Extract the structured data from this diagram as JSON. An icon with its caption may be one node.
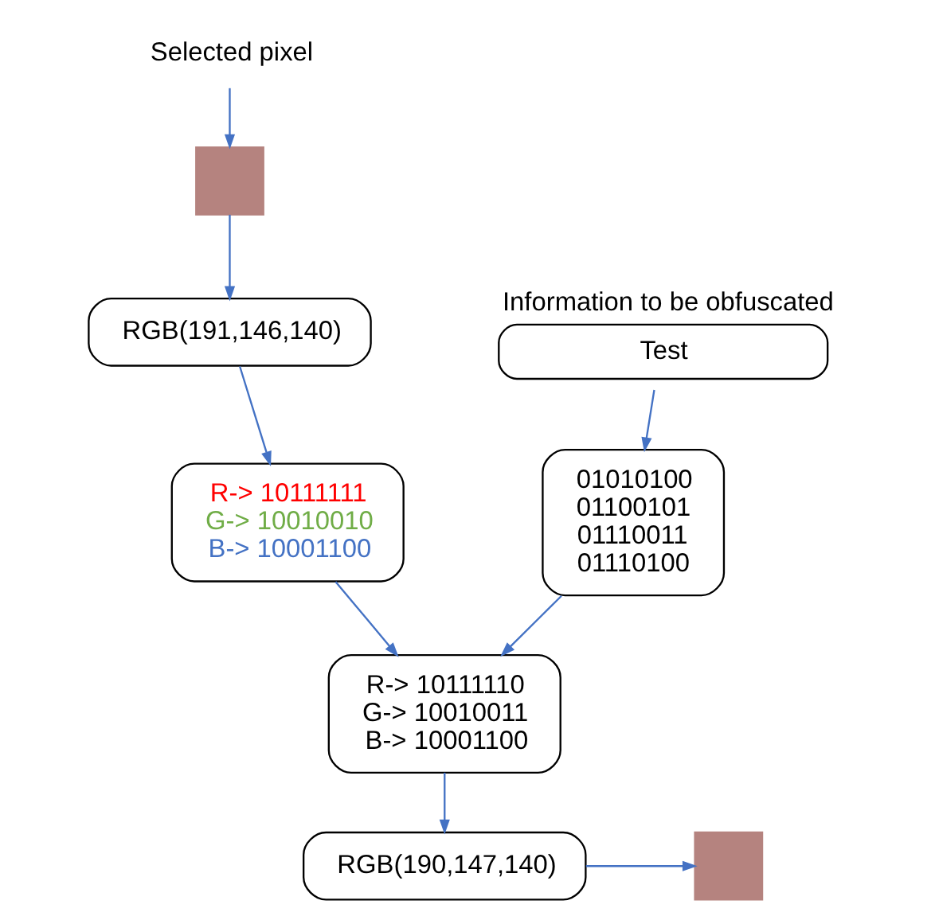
{
  "diagram": {
    "nodes": [
      {
        "text": [
          "Selected pixel"
        ]
      },
      {
        "text": [],
        "shape": "box"
      },
      {
        "text": [
          "RGB(191,146,140)"
        ]
      },
      {
        "text": [
          "R-> 10111111",
          "G-> 10010010",
          "B-> 10001100"
        ]
      },
      {
        "text": [
          "Information to be obfuscated",
          "Test"
        ]
      },
      {
        "text": [
          "01010100",
          "01100101",
          "01110011",
          "01110100"
        ]
      },
      {
        "text": [
          "R-> 10111110",
          "G-> 10010011",
          "B-> 10001100"
        ]
      },
      {
        "text": [
          "RGB(190,147,140)"
        ]
      },
      {
        "text": [],
        "shape": "box"
      }
    ],
    "edges": [
      {
        "from": 0,
        "to": 1,
        "arrow": "to"
      },
      {
        "from": 1,
        "to": 2,
        "arrow": "to"
      },
      {
        "from": 2,
        "to": 3,
        "arrow": "to"
      },
      {
        "from": 4,
        "to": 5,
        "arrow": "to"
      },
      {
        "from": 3,
        "to": 6,
        "arrow": "to"
      },
      {
        "from": 5,
        "to": 6,
        "arrow": "to"
      },
      {
        "from": 6,
        "to": 7,
        "arrow": "to"
      },
      {
        "from": 7,
        "to": 8,
        "arrow": "to"
      }
    ]
  }
}
